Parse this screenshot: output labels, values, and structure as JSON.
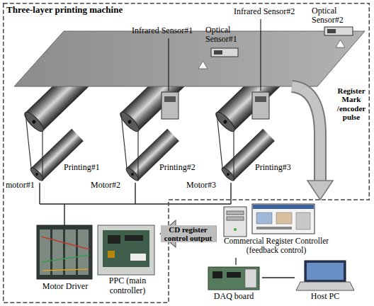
{
  "diagram": {
    "nodes": [
      {
        "text": [
          "Three-layer printing machine"
        ]
      },
      {
        "text": [
          "Motor Driver"
        ],
        "in": 0
      },
      {
        "text": [
          "PPC (main controller)"
        ],
        "in": 0
      },
      {
        "text": [
          "Commercial Register Controller (feedback control)"
        ]
      },
      {
        "text": [
          "DAQ board"
        ]
      },
      {
        "text": [
          "Host PC"
        ]
      }
    ],
    "edges": [
      {
        "from": 0,
        "to": 3,
        "label": "Register Mark /encoder pulse",
        "arrow": "to"
      },
      {
        "from": 3,
        "to": 2,
        "label": "CD register control output",
        "arrow": "to"
      },
      {
        "from": 3,
        "to": 4,
        "arrow": "none"
      },
      {
        "from": 4,
        "to": 5,
        "arrow": "none"
      }
    ],
    "labels": [
      "Infrared Sensor#2",
      "Optical Sensor#2",
      "Infrared Sensor#1",
      "Optical Sensor#1",
      "Printing#1",
      "Printing#2",
      "Printing#3",
      "motor#1",
      "Motor#2",
      "Motor#3"
    ]
  }
}
